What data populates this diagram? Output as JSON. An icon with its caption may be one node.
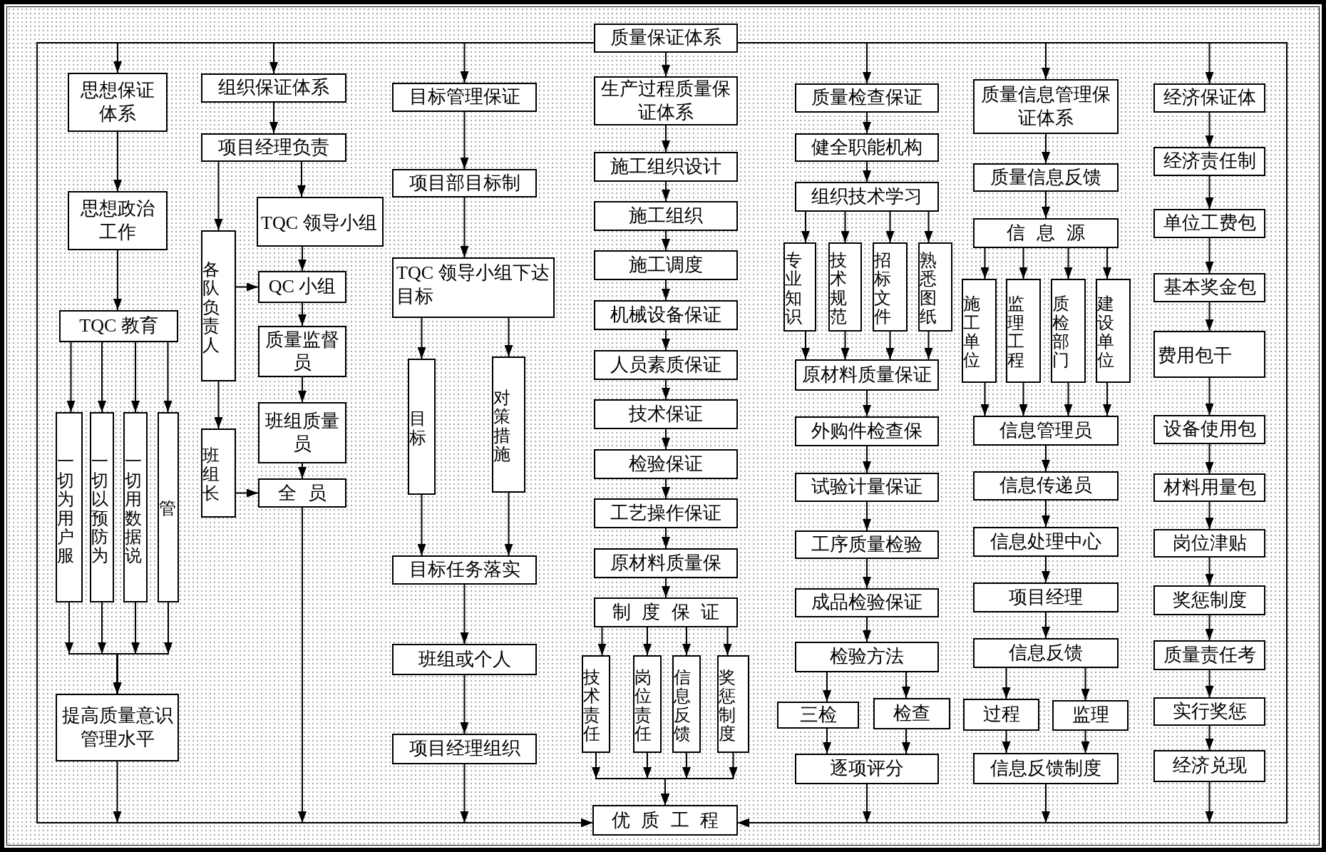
{
  "diagram": {
    "nodes": [
      {
        "text": [
          "质量保证体系"
        ]
      },
      {
        "text": [
          "思想保证体系"
        ]
      },
      {
        "text": [
          "思想政治工作"
        ]
      },
      {
        "text": [
          "TQC 教育"
        ]
      },
      {
        "text": [
          "一切为用户服"
        ]
      },
      {
        "text": [
          "一切以预防为"
        ]
      },
      {
        "text": [
          "一切用数据说"
        ]
      },
      {
        "text": [
          "管"
        ]
      },
      {
        "text": [
          "提高质量意识管理水平"
        ]
      },
      {
        "text": [
          "组织保证体系"
        ]
      },
      {
        "text": [
          "项目经理负责"
        ]
      },
      {
        "text": [
          "各队负责人"
        ]
      },
      {
        "text": [
          "TQC 领导小组"
        ]
      },
      {
        "text": [
          "QC 小组"
        ]
      },
      {
        "text": [
          "质量监督员"
        ]
      },
      {
        "text": [
          "班组长"
        ]
      },
      {
        "text": [
          "班组质量员"
        ]
      },
      {
        "text": [
          "全员"
        ]
      },
      {
        "text": [
          "目标管理保证"
        ]
      },
      {
        "text": [
          "项目部目标制"
        ]
      },
      {
        "text": [
          "TQC 领导小组下达目标"
        ]
      },
      {
        "text": [
          "目标"
        ]
      },
      {
        "text": [
          "对策措施"
        ]
      },
      {
        "text": [
          "目标任务落实"
        ]
      },
      {
        "text": [
          "班组或个人"
        ]
      },
      {
        "text": [
          "项目经理组织"
        ]
      },
      {
        "text": [
          "生产过程质量保证体系"
        ]
      },
      {
        "text": [
          "施工组织设计"
        ]
      },
      {
        "text": [
          "施工组织"
        ]
      },
      {
        "text": [
          "施工调度"
        ]
      },
      {
        "text": [
          "机械设备保证"
        ]
      },
      {
        "text": [
          "人员素质保证"
        ]
      },
      {
        "text": [
          "技术保证"
        ]
      },
      {
        "text": [
          "检验保证"
        ]
      },
      {
        "text": [
          "工艺操作保证"
        ]
      },
      {
        "text": [
          "原材料质量保"
        ]
      },
      {
        "text": [
          "制度保证"
        ]
      },
      {
        "text": [
          "技术责任"
        ]
      },
      {
        "text": [
          "岗位责任"
        ]
      },
      {
        "text": [
          "信息反馈"
        ]
      },
      {
        "text": [
          "奖惩制度"
        ]
      },
      {
        "text": [
          "优质工程"
        ]
      },
      {
        "text": [
          "质量检查保证"
        ]
      },
      {
        "text": [
          "健全职能机构"
        ]
      },
      {
        "text": [
          "组织技术学习"
        ]
      },
      {
        "text": [
          "专业知识"
        ]
      },
      {
        "text": [
          "技术规范"
        ]
      },
      {
        "text": [
          "招标文件"
        ]
      },
      {
        "text": [
          "熟悉图纸"
        ]
      },
      {
        "text": [
          "原材料质量保证"
        ]
      },
      {
        "text": [
          "外购件检查保"
        ]
      },
      {
        "text": [
          "试验计量保证"
        ]
      },
      {
        "text": [
          "工序质量检验"
        ]
      },
      {
        "text": [
          "成品检验保证"
        ]
      },
      {
        "text": [
          "检验方法"
        ]
      },
      {
        "text": [
          "三检"
        ]
      },
      {
        "text": [
          "检查"
        ]
      },
      {
        "text": [
          "逐项评分"
        ]
      },
      {
        "text": [
          "质量信息管理保证体系"
        ]
      },
      {
        "text": [
          "质量信息反馈"
        ]
      },
      {
        "text": [
          "信息源"
        ]
      },
      {
        "text": [
          "施工单位"
        ]
      },
      {
        "text": [
          "监理工程"
        ]
      },
      {
        "text": [
          "质检部门"
        ]
      },
      {
        "text": [
          "建设单位"
        ]
      },
      {
        "text": [
          "信息管理员"
        ]
      },
      {
        "text": [
          "信息传递员"
        ]
      },
      {
        "text": [
          "信息处理中心"
        ]
      },
      {
        "text": [
          "项目经理"
        ]
      },
      {
        "text": [
          "信息反馈"
        ]
      },
      {
        "text": [
          "过程"
        ]
      },
      {
        "text": [
          "监理"
        ]
      },
      {
        "text": [
          "信息反馈制度"
        ]
      },
      {
        "text": [
          "经济保证体"
        ]
      },
      {
        "text": [
          "经济责任制"
        ]
      },
      {
        "text": [
          "单位工费包"
        ]
      },
      {
        "text": [
          "基本奖金包"
        ]
      },
      {
        "text": [
          "费用包干"
        ]
      },
      {
        "text": [
          "设备使用包"
        ]
      },
      {
        "text": [
          "材料用量包"
        ]
      },
      {
        "text": [
          "岗位津贴"
        ]
      },
      {
        "text": [
          "奖惩制度"
        ]
      },
      {
        "text": [
          "质量责任考"
        ]
      },
      {
        "text": [
          "实行奖惩"
        ]
      },
      {
        "text": [
          "经济兑现"
        ]
      }
    ],
    "edges": [
      {
        "from": 0,
        "to": 1,
        "arrow": "to"
      },
      {
        "from": 0,
        "to": 9,
        "arrow": "to"
      },
      {
        "from": 0,
        "to": 18,
        "arrow": "to"
      },
      {
        "from": 0,
        "to": 26,
        "arrow": "to"
      },
      {
        "from": 0,
        "to": 42,
        "arrow": "to"
      },
      {
        "from": 0,
        "to": 58,
        "arrow": "to"
      },
      {
        "from": 0,
        "to": 73,
        "arrow": "to"
      },
      {
        "from": 1,
        "to": 2,
        "arrow": "to"
      },
      {
        "from": 2,
        "to": 3,
        "arrow": "to"
      },
      {
        "from": 3,
        "to": 4,
        "arrow": "to"
      },
      {
        "from": 3,
        "to": 5,
        "arrow": "to"
      },
      {
        "from": 3,
        "to": 6,
        "arrow": "to"
      },
      {
        "from": 3,
        "to": 7,
        "arrow": "to"
      },
      {
        "from": 4,
        "to": 8,
        "arrow": "to"
      },
      {
        "from": 5,
        "to": 8,
        "arrow": "to"
      },
      {
        "from": 6,
        "to": 8,
        "arrow": "to"
      },
      {
        "from": 7,
        "to": 8,
        "arrow": "to"
      },
      {
        "from": 8,
        "to": 41,
        "arrow": "to"
      },
      {
        "from": 9,
        "to": 10,
        "arrow": "to"
      },
      {
        "from": 10,
        "to": 11,
        "arrow": "to"
      },
      {
        "from": 10,
        "to": 12,
        "arrow": "to"
      },
      {
        "from": 12,
        "to": 13,
        "arrow": "to"
      },
      {
        "from": 11,
        "to": 13,
        "arrow": "to"
      },
      {
        "from": 13,
        "to": 14,
        "arrow": "to"
      },
      {
        "from": 14,
        "to": 16,
        "arrow": "to"
      },
      {
        "from": 11,
        "to": 15,
        "arrow": "to"
      },
      {
        "from": 15,
        "to": 17,
        "arrow": "to"
      },
      {
        "from": 16,
        "to": 17,
        "arrow": "to"
      },
      {
        "from": 17,
        "to": 41,
        "arrow": "to"
      },
      {
        "from": 18,
        "to": 19,
        "arrow": "to"
      },
      {
        "from": 19,
        "to": 20,
        "arrow": "to"
      },
      {
        "from": 20,
        "to": 21,
        "arrow": "to"
      },
      {
        "from": 20,
        "to": 22,
        "arrow": "to"
      },
      {
        "from": 21,
        "to": 23,
        "arrow": "to"
      },
      {
        "from": 22,
        "to": 23,
        "arrow": "to"
      },
      {
        "from": 23,
        "to": 24,
        "arrow": "to"
      },
      {
        "from": 24,
        "to": 25,
        "arrow": "to"
      },
      {
        "from": 25,
        "to": 41,
        "arrow": "to"
      },
      {
        "from": 26,
        "to": 27,
        "arrow": "to"
      },
      {
        "from": 27,
        "to": 28,
        "arrow": "to"
      },
      {
        "from": 28,
        "to": 29,
        "arrow": "to"
      },
      {
        "from": 29,
        "to": 30,
        "arrow": "to"
      },
      {
        "from": 30,
        "to": 31,
        "arrow": "to"
      },
      {
        "from": 31,
        "to": 32,
        "arrow": "to"
      },
      {
        "from": 32,
        "to": 33,
        "arrow": "to"
      },
      {
        "from": 33,
        "to": 34,
        "arrow": "to"
      },
      {
        "from": 34,
        "to": 35,
        "arrow": "to"
      },
      {
        "from": 35,
        "to": 36,
        "arrow": "to"
      },
      {
        "from": 36,
        "to": 37,
        "arrow": "to"
      },
      {
        "from": 36,
        "to": 38,
        "arrow": "to"
      },
      {
        "from": 36,
        "to": 39,
        "arrow": "to"
      },
      {
        "from": 36,
        "to": 40,
        "arrow": "to"
      },
      {
        "from": 37,
        "to": 41,
        "arrow": "to"
      },
      {
        "from": 38,
        "to": 41,
        "arrow": "to"
      },
      {
        "from": 39,
        "to": 41,
        "arrow": "to"
      },
      {
        "from": 40,
        "to": 41,
        "arrow": "to"
      },
      {
        "from": 42,
        "to": 43,
        "arrow": "to"
      },
      {
        "from": 43,
        "to": 44,
        "arrow": "to"
      },
      {
        "from": 44,
        "to": 45,
        "arrow": "to"
      },
      {
        "from": 44,
        "to": 46,
        "arrow": "to"
      },
      {
        "from": 44,
        "to": 47,
        "arrow": "to"
      },
      {
        "from": 44,
        "to": 48,
        "arrow": "to"
      },
      {
        "from": 45,
        "to": 49,
        "arrow": "to"
      },
      {
        "from": 46,
        "to": 49,
        "arrow": "to"
      },
      {
        "from": 47,
        "to": 49,
        "arrow": "to"
      },
      {
        "from": 48,
        "to": 49,
        "arrow": "to"
      },
      {
        "from": 49,
        "to": 50,
        "arrow": "to"
      },
      {
        "from": 50,
        "to": 51,
        "arrow": "to"
      },
      {
        "from": 51,
        "to": 52,
        "arrow": "to"
      },
      {
        "from": 52,
        "to": 53,
        "arrow": "to"
      },
      {
        "from": 53,
        "to": 54,
        "arrow": "to"
      },
      {
        "from": 54,
        "to": 55,
        "arrow": "to"
      },
      {
        "from": 54,
        "to": 56,
        "arrow": "to"
      },
      {
        "from": 55,
        "to": 57,
        "arrow": "to"
      },
      {
        "from": 56,
        "to": 57,
        "arrow": "to"
      },
      {
        "from": 57,
        "to": 41,
        "arrow": "to"
      },
      {
        "from": 58,
        "to": 59,
        "arrow": "to"
      },
      {
        "from": 59,
        "to": 60,
        "arrow": "to"
      },
      {
        "from": 60,
        "to": 61,
        "arrow": "to"
      },
      {
        "from": 60,
        "to": 62,
        "arrow": "to"
      },
      {
        "from": 60,
        "to": 63,
        "arrow": "to"
      },
      {
        "from": 60,
        "to": 64,
        "arrow": "to"
      },
      {
        "from": 61,
        "to": 65,
        "arrow": "to"
      },
      {
        "from": 62,
        "to": 65,
        "arrow": "to"
      },
      {
        "from": 63,
        "to": 65,
        "arrow": "to"
      },
      {
        "from": 64,
        "to": 65,
        "arrow": "to"
      },
      {
        "from": 65,
        "to": 66,
        "arrow": "to"
      },
      {
        "from": 66,
        "to": 67,
        "arrow": "to"
      },
      {
        "from": 67,
        "to": 68,
        "arrow": "to"
      },
      {
        "from": 68,
        "to": 69,
        "arrow": "to"
      },
      {
        "from": 69,
        "to": 70,
        "arrow": "to"
      },
      {
        "from": 69,
        "to": 71,
        "arrow": "to"
      },
      {
        "from": 70,
        "to": 72,
        "arrow": "to"
      },
      {
        "from": 71,
        "to": 72,
        "arrow": "to"
      },
      {
        "from": 72,
        "to": 41,
        "arrow": "to"
      },
      {
        "from": 73,
        "to": 74,
        "arrow": "to"
      },
      {
        "from": 74,
        "to": 75,
        "arrow": "to"
      },
      {
        "from": 75,
        "to": 76,
        "arrow": "to"
      },
      {
        "from": 76,
        "to": 77,
        "arrow": "to"
      },
      {
        "from": 77,
        "to": 78,
        "arrow": "to"
      },
      {
        "from": 78,
        "to": 79,
        "arrow": "to"
      },
      {
        "from": 79,
        "to": 80,
        "arrow": "to"
      },
      {
        "from": 80,
        "to": 81,
        "arrow": "to"
      },
      {
        "from": 81,
        "to": 82,
        "arrow": "to"
      },
      {
        "from": 82,
        "to": 83,
        "arrow": "to"
      },
      {
        "from": 83,
        "to": 84,
        "arrow": "to"
      },
      {
        "from": 84,
        "to": 41,
        "arrow": "to"
      }
    ]
  }
}
